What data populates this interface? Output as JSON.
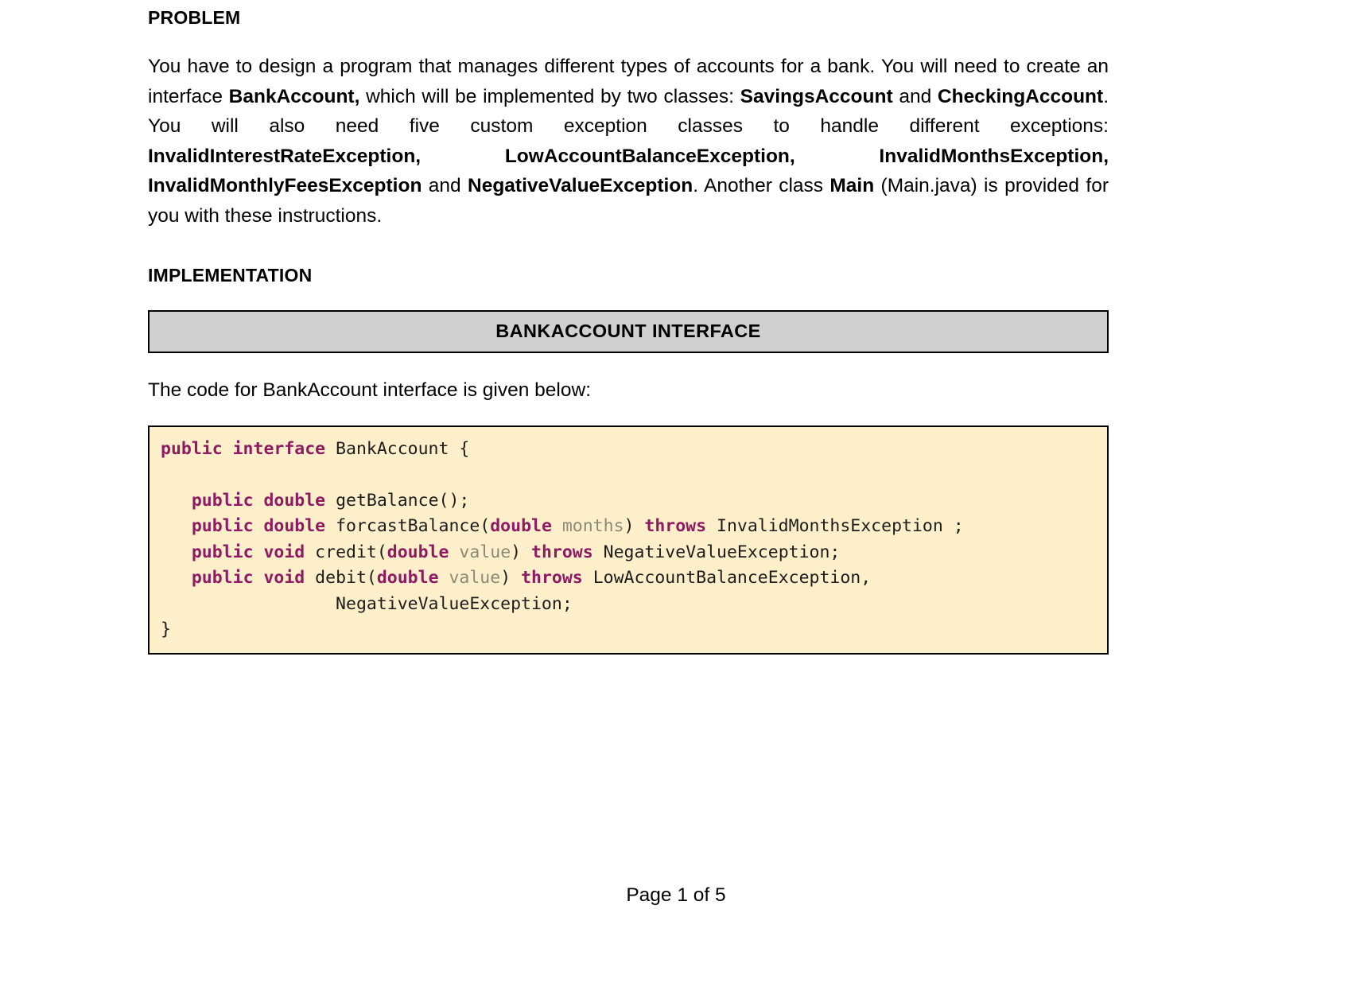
{
  "document": {
    "headings": {
      "problem": "PROBLEM",
      "implementation": "IMPLEMENTATION"
    },
    "problem_paragraph": {
      "text": "You have to design a program that manages different types of accounts for a bank. You will need to create an interface BankAccount, which will be implemented by two classes: SavingsAccount and CheckingAccount. You will also need five custom exception classes to handle different exceptions: InvalidInterestRateException, LowAccountBalanceException, InvalidMonthsException, InvalidMonthlyFeesException and NegativeValueException. Another class Main (Main.java) is provided for you with these instructions.",
      "segments": [
        {
          "t": "You have to design a program that manages different types of accounts for a bank. You will need to create an interface ",
          "b": false
        },
        {
          "t": "BankAccount,",
          "b": true
        },
        {
          "t": " which will be implemented by two classes: ",
          "b": false
        },
        {
          "t": "SavingsAccount",
          "b": true
        },
        {
          "t": " and ",
          "b": false
        },
        {
          "t": "CheckingAccount",
          "b": true
        },
        {
          "t": ". You will also need five custom exception classes to handle different exceptions: ",
          "b": false
        },
        {
          "t": "InvalidInterestRateException,",
          "b": true
        },
        {
          "t": " ",
          "b": false
        },
        {
          "t": "LowAccountBalanceException, InvalidMonthsException, InvalidMonthlyFeesException",
          "b": true
        },
        {
          "t": " and ",
          "b": false
        },
        {
          "t": "NegativeValueException",
          "b": true
        },
        {
          "t": ". Another class ",
          "b": false
        },
        {
          "t": "Main",
          "b": true
        },
        {
          "t": " (Main.java) is provided for you with these instructions.",
          "b": false
        }
      ]
    },
    "banner": {
      "label": "BANKACCOUNT INTERFACE",
      "background_color": "#d0d0d0",
      "border_color": "#000000"
    },
    "caption": "The code for BankAccount interface is given below:",
    "code_block": {
      "background_color": "#fcefca",
      "border_color": "#000000",
      "keyword_color": "#8e1a64",
      "param_color": "#8a8a78",
      "text_color": "#1c1c1c",
      "language": "java",
      "lines": [
        [
          {
            "t": "public interface",
            "c": "kw"
          },
          {
            "t": " BankAccount {",
            "c": "plain"
          }
        ],
        [],
        [
          {
            "t": "   ",
            "c": "plain"
          },
          {
            "t": "public double",
            "c": "kw"
          },
          {
            "t": " getBalance();",
            "c": "plain"
          }
        ],
        [
          {
            "t": "   ",
            "c": "plain"
          },
          {
            "t": "public double",
            "c": "kw"
          },
          {
            "t": " forcastBalance(",
            "c": "plain"
          },
          {
            "t": "double",
            "c": "kw"
          },
          {
            "t": " months",
            "c": "param"
          },
          {
            "t": ") ",
            "c": "plain"
          },
          {
            "t": "throws",
            "c": "kw"
          },
          {
            "t": " InvalidMonthsException ;",
            "c": "plain"
          }
        ],
        [
          {
            "t": "   ",
            "c": "plain"
          },
          {
            "t": "public void",
            "c": "kw"
          },
          {
            "t": " credit(",
            "c": "plain"
          },
          {
            "t": "double",
            "c": "kw"
          },
          {
            "t": " value",
            "c": "param"
          },
          {
            "t": ") ",
            "c": "plain"
          },
          {
            "t": "throws",
            "c": "kw"
          },
          {
            "t": " NegativeValueException;",
            "c": "plain"
          }
        ],
        [
          {
            "t": "   ",
            "c": "plain"
          },
          {
            "t": "public void",
            "c": "kw"
          },
          {
            "t": " debit(",
            "c": "plain"
          },
          {
            "t": "double",
            "c": "kw"
          },
          {
            "t": " value",
            "c": "param"
          },
          {
            "t": ") ",
            "c": "plain"
          },
          {
            "t": "throws",
            "c": "kw"
          },
          {
            "t": " LowAccountBalanceException,",
            "c": "plain"
          }
        ],
        [
          {
            "t": "                 NegativeValueException;",
            "c": "plain"
          }
        ],
        [
          {
            "t": "}",
            "c": "plain"
          }
        ]
      ]
    },
    "footer": "Page 1 of 5"
  }
}
